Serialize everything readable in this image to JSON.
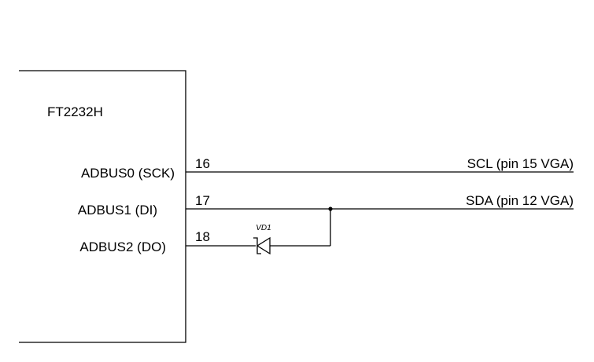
{
  "chip": {
    "name": "FT2232H",
    "signals": [
      {
        "name": "ADBUS0 (SCK)",
        "pin": "16"
      },
      {
        "name": "ADBUS1 (DI)",
        "pin": "17"
      },
      {
        "name": "ADBUS2 (DO)",
        "pin": "18"
      }
    ]
  },
  "nets": {
    "scl": "SCL (pin 15 VGA)",
    "sda": "SDA (pin 12 VGA)"
  },
  "diode": {
    "ref": "VD1"
  }
}
